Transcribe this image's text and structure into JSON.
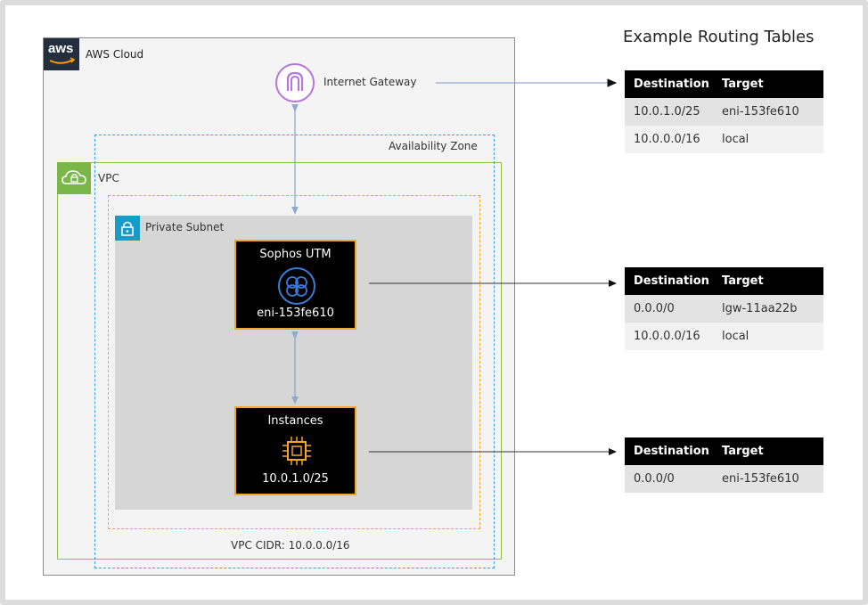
{
  "diagram": {
    "aws_cloud_label": "AWS Cloud",
    "aws_logo_text": "aws",
    "internet_gateway_label": "Internet Gateway",
    "availability_zone_label": "Availability Zone",
    "vpc_label": "VPC",
    "private_subnet_label": "Private Subnet",
    "vpc_cidr_label": "VPC CIDR: 10.0.0.0/16",
    "sophos": {
      "title": "Sophos UTM",
      "eni": "eni-153fe610"
    },
    "instances": {
      "title": "Instances",
      "cidr": "10.0.1.0/25"
    },
    "routing_title": "Example Routing Tables",
    "tables": [
      {
        "headers": [
          "Destination",
          "Target"
        ],
        "rows": [
          [
            "10.0.1.0/25",
            "eni-153fe610"
          ],
          [
            "10.0.0.0/16",
            "local"
          ]
        ]
      },
      {
        "headers": [
          "Destination",
          "Target"
        ],
        "rows": [
          [
            "0.0.0/0",
            "lgw-11aa22b"
          ],
          [
            "10.0.0.0/16",
            "local"
          ]
        ]
      },
      {
        "headers": [
          "Destination",
          "Target"
        ],
        "rows": [
          [
            "0.0.0/0",
            "eni-153fe610"
          ]
        ]
      }
    ]
  },
  "colors": {
    "availability_zone": "#3ea0d8",
    "vpc": "#8cc152",
    "subnet_border": "#f5a623",
    "gateway_icon": "#b675d8",
    "utm_icon": "#3a7bd5",
    "instance_icon": "#f5a623"
  },
  "icons": [
    "aws-logo",
    "internet-gateway-icon",
    "vpc-cloud-lock-icon",
    "subnet-lock-icon",
    "sophos-utm-icon",
    "ec2-chip-icon"
  ]
}
